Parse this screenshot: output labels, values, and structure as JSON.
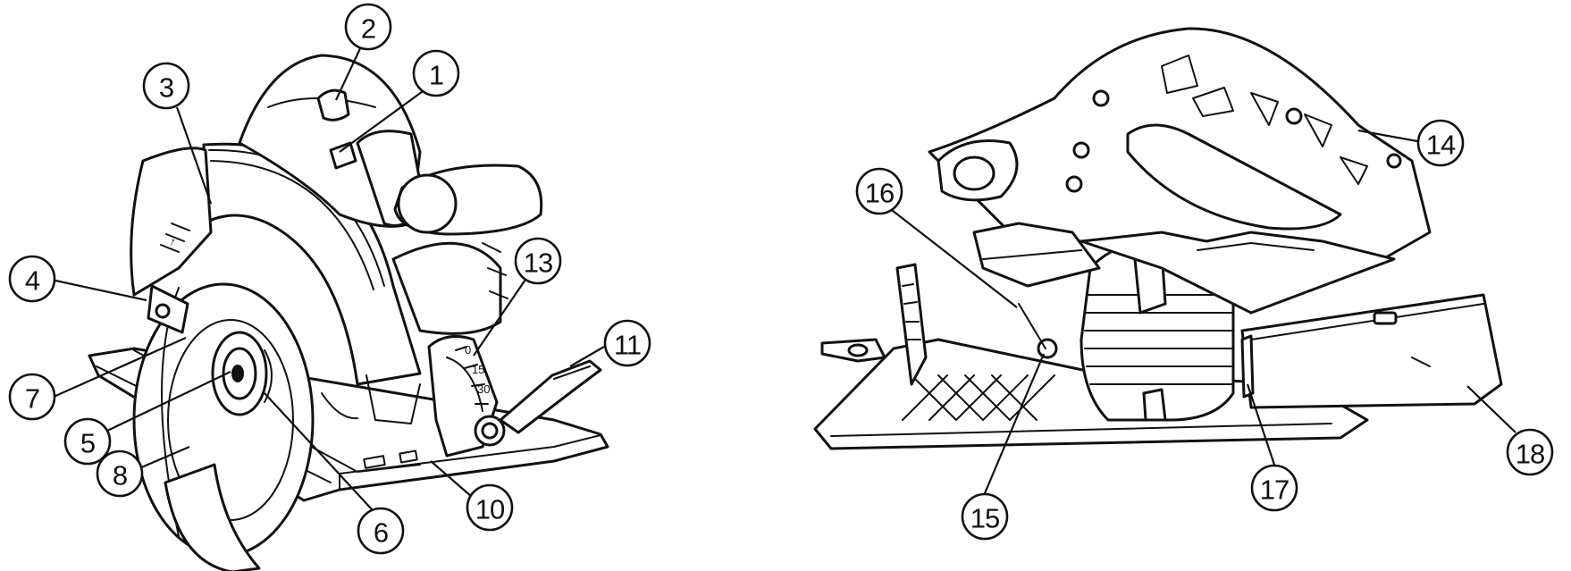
{
  "callouts": [
    {
      "id": "1",
      "label": "1"
    },
    {
      "id": "2",
      "label": "2"
    },
    {
      "id": "3",
      "label": "3"
    },
    {
      "id": "4",
      "label": "4"
    },
    {
      "id": "5",
      "label": "5"
    },
    {
      "id": "6",
      "label": "6"
    },
    {
      "id": "7",
      "label": "7"
    },
    {
      "id": "8",
      "label": "8"
    },
    {
      "id": "10",
      "label": "10"
    },
    {
      "id": "11",
      "label": "11"
    },
    {
      "id": "13",
      "label": "13"
    },
    {
      "id": "14",
      "label": "14"
    },
    {
      "id": "15",
      "label": "15"
    },
    {
      "id": "16",
      "label": "16"
    },
    {
      "id": "17",
      "label": "17"
    },
    {
      "id": "18",
      "label": "18"
    }
  ],
  "bevel_scale": {
    "marks": [
      "0",
      "15",
      "30"
    ]
  }
}
